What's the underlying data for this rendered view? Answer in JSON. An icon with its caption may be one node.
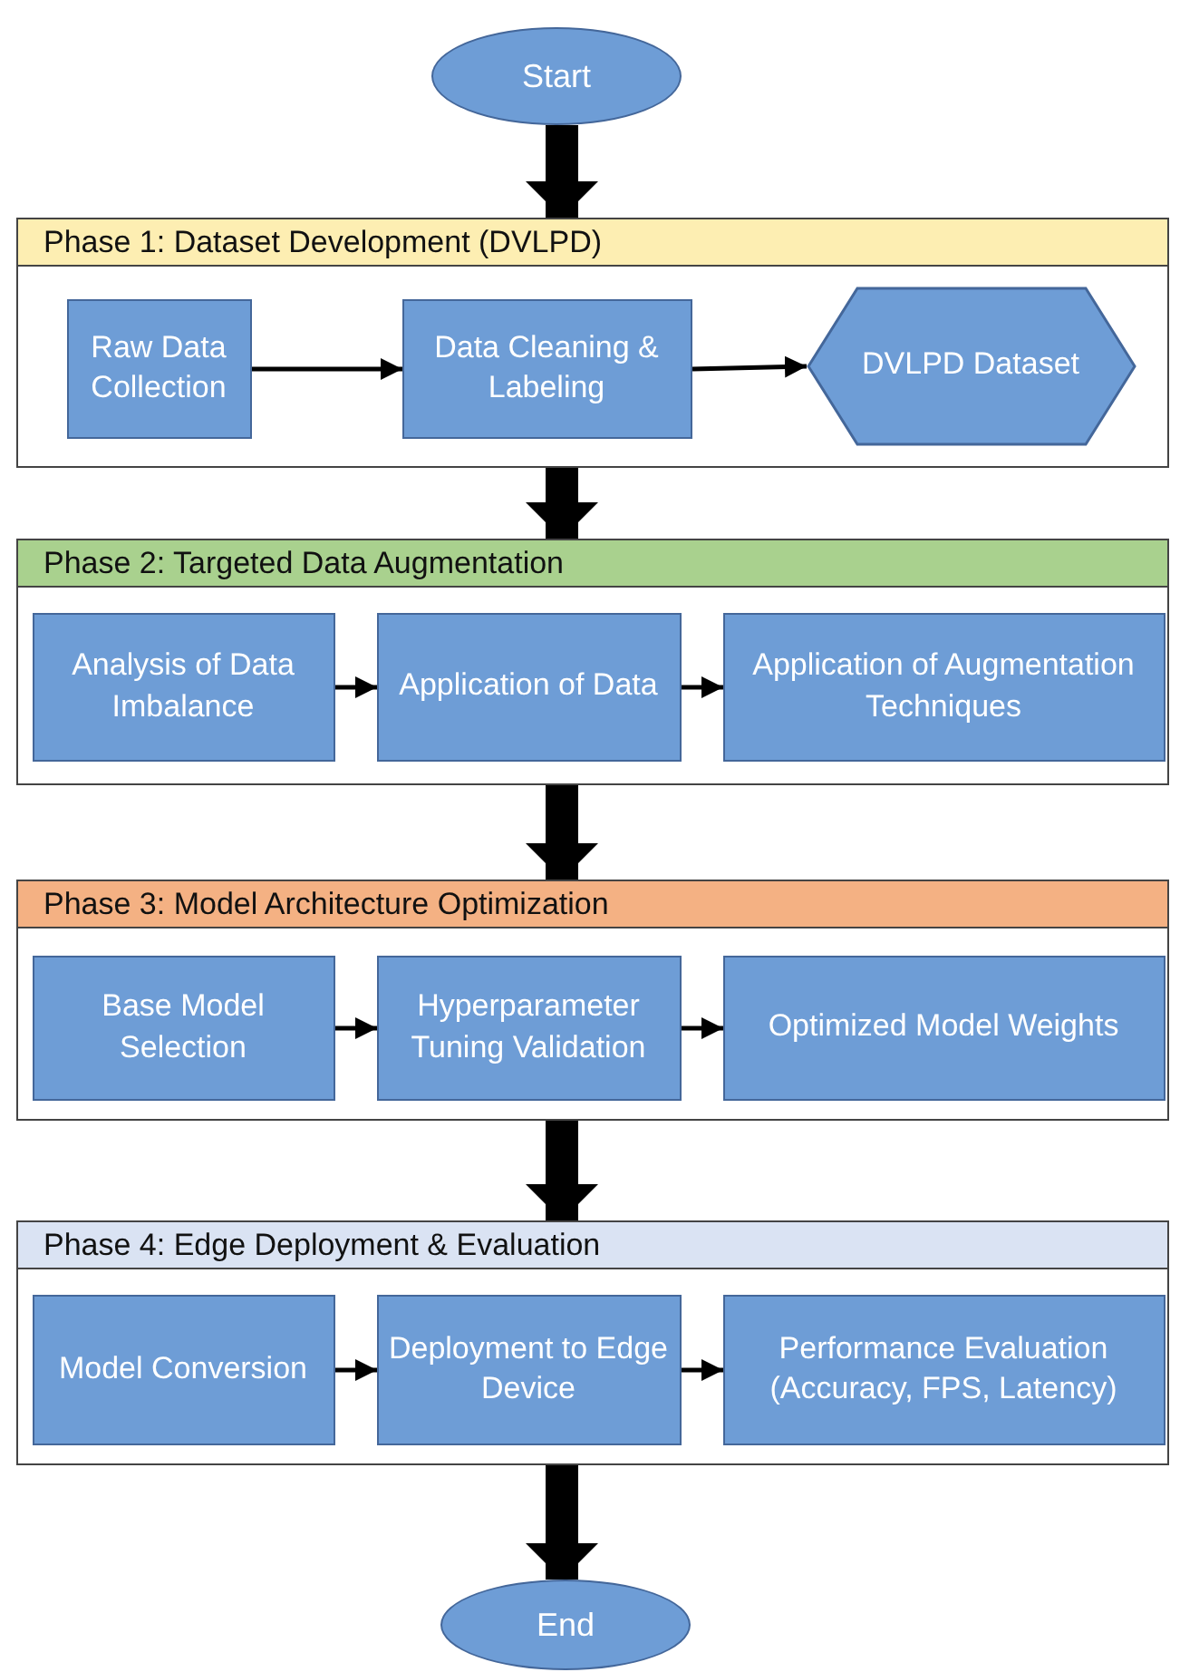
{
  "diagram": {
    "nodes": [
      {
        "text": [
          "Start"
        ]
      },
      {
        "text": [
          "Phase 1: Dataset Development (DVLPD)"
        ]
      },
      {
        "text": [
          "Raw Data Collection"
        ],
        "in": 1
      },
      {
        "text": [
          "Data Cleaning & Labeling"
        ],
        "in": 1
      },
      {
        "text": [
          "DVLPD Dataset"
        ],
        "in": 1
      },
      {
        "text": [
          "Phase 2: Targeted Data Augmentation"
        ]
      },
      {
        "text": [
          "Analysis of Data Imbalance"
        ],
        "in": 5
      },
      {
        "text": [
          "Application of Data"
        ],
        "in": 5
      },
      {
        "text": [
          "Application of Augmentation Techniques"
        ],
        "in": 5
      },
      {
        "text": [
          "Phase 3: Model Architecture Optimization"
        ]
      },
      {
        "text": [
          "Base Model Selection"
        ],
        "in": 9
      },
      {
        "text": [
          "Hyperparameter Tuning Validation"
        ],
        "in": 9
      },
      {
        "text": [
          "Optimized Model Weights"
        ],
        "in": 9
      },
      {
        "text": [
          "Phase 4: Edge Deployment & Evaluation"
        ]
      },
      {
        "text": [
          "Model Conversion"
        ],
        "in": 13
      },
      {
        "text": [
          "Deployment to Edge Device"
        ],
        "in": 13
      },
      {
        "text": [
          "Performance Evaluation (Accuracy, FPS, Latency)"
        ],
        "in": 13
      },
      {
        "text": [
          "End"
        ]
      }
    ],
    "edges": [
      {
        "from": 0,
        "to": 1,
        "arrow": "to",
        "style": "thick"
      },
      {
        "from": 2,
        "to": 3,
        "arrow": "to"
      },
      {
        "from": 3,
        "to": 4,
        "arrow": "to"
      },
      {
        "from": 1,
        "to": 5,
        "arrow": "to",
        "style": "thick"
      },
      {
        "from": 6,
        "to": 7,
        "arrow": "to"
      },
      {
        "from": 7,
        "to": 8,
        "arrow": "to"
      },
      {
        "from": 5,
        "to": 9,
        "arrow": "to",
        "style": "thick"
      },
      {
        "from": 10,
        "to": 11,
        "arrow": "to"
      },
      {
        "from": 11,
        "to": 12,
        "arrow": "to"
      },
      {
        "from": 9,
        "to": 13,
        "arrow": "to",
        "style": "thick"
      },
      {
        "from": 14,
        "to": 15,
        "arrow": "to"
      },
      {
        "from": 15,
        "to": 16,
        "arrow": "to"
      },
      {
        "from": 13,
        "to": 17,
        "arrow": "to",
        "style": "thick"
      }
    ]
  }
}
